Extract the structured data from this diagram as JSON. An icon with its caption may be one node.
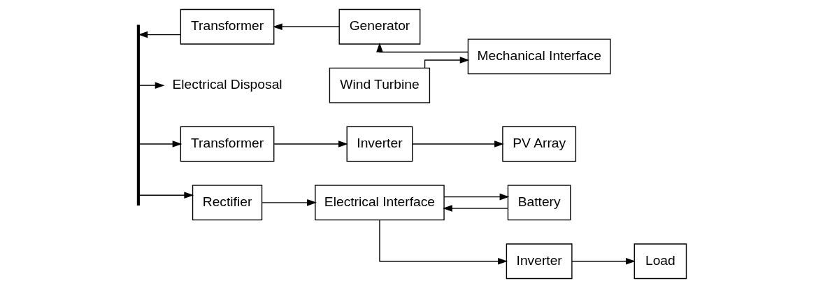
{
  "diagram": {
    "nodes": [
      {
        "text": [
          "Electrical Disposal"
        ]
      },
      {
        "text": [
          "Wind Turbine"
        ]
      },
      {
        "text": [
          "Mechanical Interface"
        ]
      },
      {
        "text": [
          "Generator"
        ]
      },
      {
        "text": [
          "Transformer"
        ]
      },
      {
        "text": [],
        "shape": "bar"
      },
      {
        "text": [
          "Battery"
        ]
      },
      {
        "text": [
          "PV Array"
        ]
      },
      {
        "text": [
          "Inverter"
        ]
      },
      {
        "text": [
          "Transformer"
        ]
      },
      {
        "text": [
          "Rectifier"
        ]
      },
      {
        "text": [
          "Electrical Interface"
        ]
      },
      {
        "text": [
          "Load"
        ]
      },
      {
        "text": [
          "Inverter"
        ]
      }
    ],
    "edges": [
      {
        "from": 1,
        "to": 2,
        "arrow": "to"
      },
      {
        "from": 2,
        "to": 3,
        "arrow": "to"
      },
      {
        "from": 3,
        "to": 4,
        "arrow": "to"
      },
      {
        "from": 4,
        "to": 5,
        "arrow": "to"
      },
      {
        "from": 5,
        "to": 0,
        "arrow": "to"
      },
      {
        "from": 5,
        "to": 10,
        "arrow": "to"
      },
      {
        "from": 5,
        "to": 9,
        "arrow": "to"
      },
      {
        "from": 9,
        "to": 8,
        "arrow": "to"
      },
      {
        "from": 8,
        "to": 7,
        "arrow": "to"
      },
      {
        "from": 10,
        "to": 11,
        "arrow": "to"
      },
      {
        "from": 11,
        "to": 6,
        "arrow": "to"
      },
      {
        "from": 6,
        "to": 11,
        "arrow": "to"
      },
      {
        "from": 11,
        "to": 13,
        "arrow": "to"
      },
      {
        "from": 13,
        "to": 12,
        "arrow": "to"
      }
    ]
  }
}
